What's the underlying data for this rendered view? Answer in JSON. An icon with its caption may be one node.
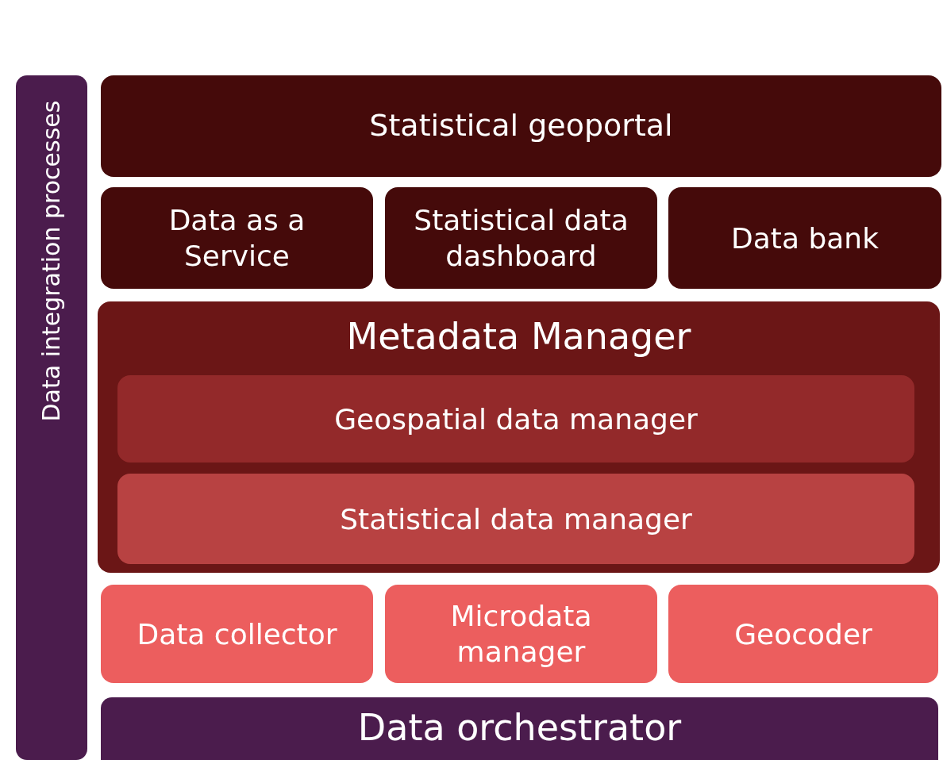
{
  "diagram": {
    "nodes": [
      {
        "text": [
          "Data integration processes"
        ]
      },
      {
        "text": [
          "Statistical geoportal"
        ]
      },
      {
        "text": [
          "Data as a Service"
        ]
      },
      {
        "text": [
          "Statistical data dashboard"
        ]
      },
      {
        "text": [
          "Data bank"
        ]
      },
      {
        "text": [
          "Metadata Manager"
        ]
      },
      {
        "text": [
          "Geospatial data manager"
        ],
        "in": 5
      },
      {
        "text": [
          "Statistical data manager"
        ],
        "in": 5
      },
      {
        "text": [
          "Data collector"
        ]
      },
      {
        "text": [
          "Microdata manager"
        ]
      },
      {
        "text": [
          "Geocoder"
        ]
      },
      {
        "text": [
          "Data orchestrator"
        ]
      }
    ]
  }
}
